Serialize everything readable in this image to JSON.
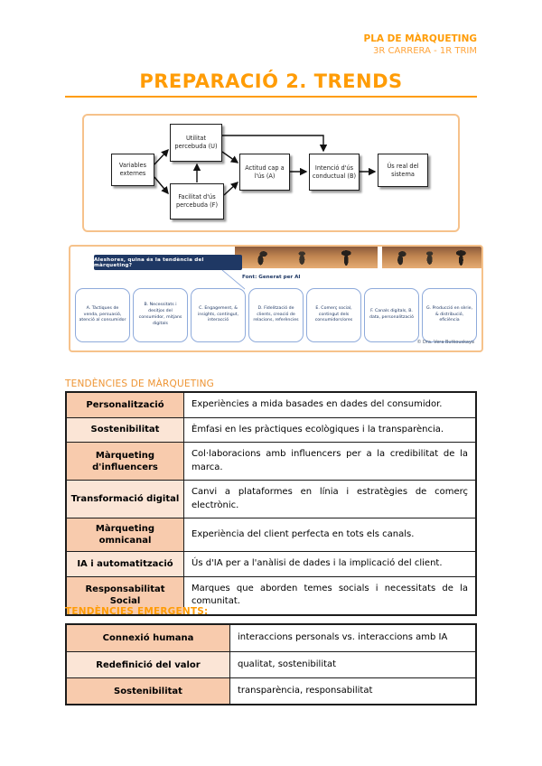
{
  "header": {
    "course": "PLA DE MÀRQUETING",
    "subtitle": "3R CARRERA - 1R TRIM"
  },
  "title": "PREPARACIÓ 2. TRENDS",
  "tam_diagram": {
    "external": "Variables externes",
    "usefulness": "Utilitat percebuda (U)",
    "ease": "Facilitat d'ús percebuda (F)",
    "attitude": "Actitud cap a l'ús (A)",
    "intention": "Intenció d'ús conductual (B)",
    "usage": "Ús real del sistema"
  },
  "slide": {
    "question": "Aleshores, quina és la tendència del màrqueting?",
    "source": "Font: Generat per AI",
    "options": [
      "A. Tàctiques de venda, persuasió, atenció al consumidor",
      "B. Necessitats i desitjos del consumidor, mitjans digitals",
      "C. Engagement, & insights, contingut, interacció",
      "D. Fidelització de clients, creació de relacions, referències",
      "E. Comerç social, contingut dels consumidors/ores",
      "F. Canals digitals, B. data, personalització",
      "G. Producció en sèrie, & distribució, eficiència"
    ],
    "credit": "© Dra. Vera Butkouskaya"
  },
  "trends_table": {
    "heading": "TENDÈNCIES DE MÀRQUETING",
    "rows": [
      {
        "term": "Personalització",
        "desc": "Experiències a mida basades en dades del consumidor."
      },
      {
        "term": "Sostenibilitat",
        "desc": "Èmfasi en les pràctiques ecològiques i la transparència."
      },
      {
        "term": "Màrqueting d'influencers",
        "desc": "Col·laboracions amb influencers per a la credibilitat de la marca."
      },
      {
        "term": "Transformació digital",
        "desc": "Canvi a plataformes en línia i estratègies de comerç electrònic."
      },
      {
        "term": "Màrqueting omnicanal",
        "desc": "Experiència del client perfecta en tots els canals."
      },
      {
        "term": "IA i automatització",
        "desc": "Ús d'IA per a l'anàlisi de dades i la implicació del client."
      },
      {
        "term": "Responsabilitat Social",
        "desc": "Marques que aborden temes socials i necessitats de la comunitat."
      }
    ]
  },
  "emerging_table": {
    "heading": "TENDÈNCIES EMERGENTS:",
    "rows": [
      {
        "term": "Connexió humana",
        "desc": "interaccions personals vs. interaccions amb IA"
      },
      {
        "term": "Redefinició del valor",
        "desc": "qualitat, sostenibilitat"
      },
      {
        "term": "Sostenibilitat",
        "desc": "transparència, responsabilitat"
      }
    ]
  },
  "colors": {
    "accent_orange": "#FF9C06",
    "frame_peach": "#F6C28B",
    "cell_dark": "#F8CBAD",
    "cell_light": "#FBE5D6",
    "navy": "#1F3864"
  }
}
